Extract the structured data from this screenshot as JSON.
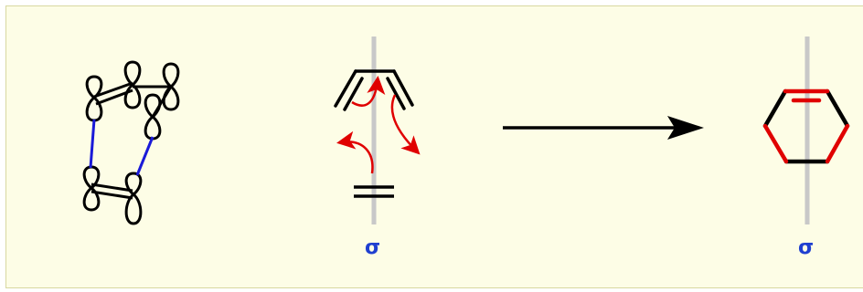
{
  "diagram": {
    "symmetry_labels": {
      "left": "σ",
      "right": "σ"
    },
    "colors": {
      "panel_background": "#fdfde6",
      "panel_border": "#d8d8a0",
      "structure": "#000000",
      "highlight_bonds": "#e00000",
      "electron_arrows": "#e00000",
      "orbital_overlap": "#1a1ad8",
      "symmetry_label": "#1f3fd0",
      "mirror_plane": "#c8c8c8"
    },
    "icons": {
      "orbital_diagram": "p-orbital-lobes",
      "reaction_arrow": "right-arrow",
      "curved_arrows": "electron-pushing-arrows"
    }
  }
}
